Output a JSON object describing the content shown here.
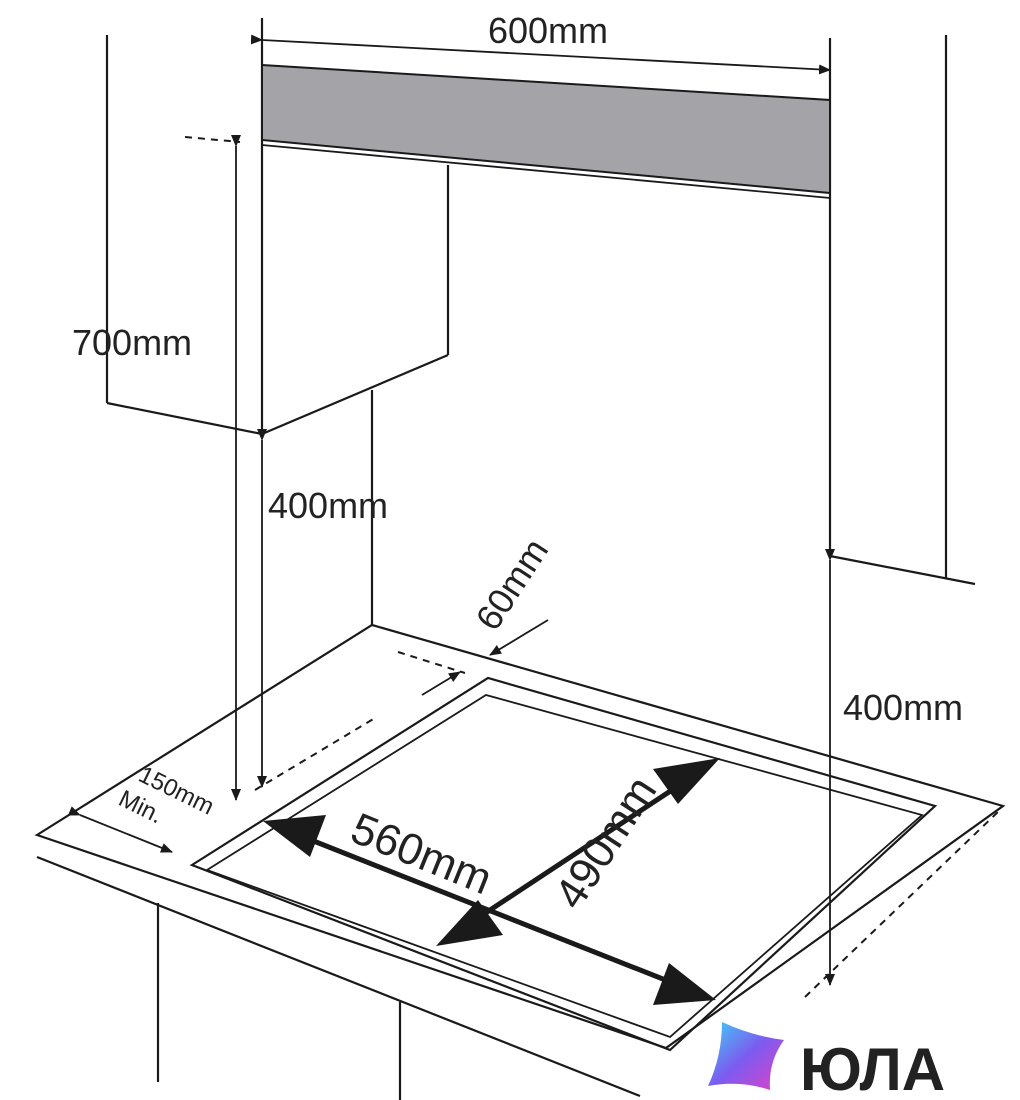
{
  "labels": {
    "width_top": "600mm",
    "height_hood": "700mm",
    "height_left": "400mm",
    "height_right": "400mm",
    "gap_back": "60mm",
    "side_min_value": "150mm",
    "side_min_suffix": "Min.",
    "cutout_width": "560mm",
    "cutout_depth": "490mm"
  },
  "watermark": {
    "text": "ЮЛА"
  },
  "colors": {
    "hood_fill": "#a3a3a8",
    "line": "#1a1a1a",
    "logo_gradient": [
      "#3fd0f5",
      "#7b5cf0",
      "#e040c8"
    ]
  }
}
